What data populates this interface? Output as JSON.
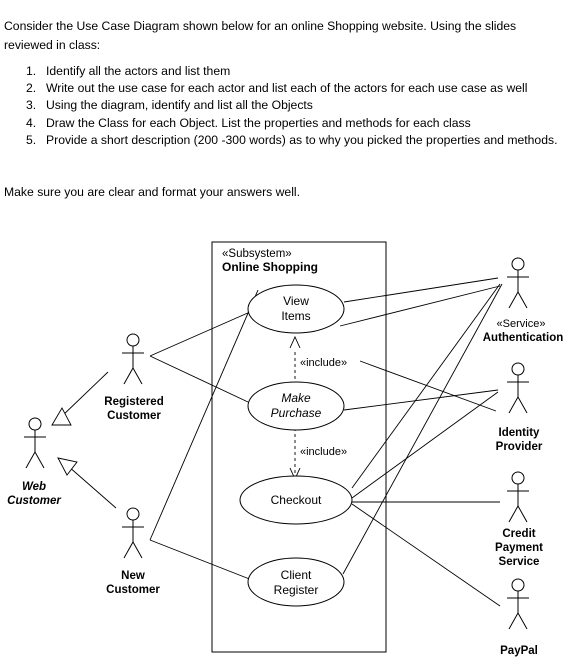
{
  "instructions": {
    "intro": "Consider the Use Case Diagram shown below for an online Shopping website. Using the slides reviewed in class:",
    "tasks": [
      {
        "num": "1.",
        "text": "Identify all the actors and list them"
      },
      {
        "num": "2.",
        "text": "Write out the use case for each actor and list each of the actors for each use case as well"
      },
      {
        "num": "3.",
        "text": "Using the diagram, identify and list all the Objects"
      },
      {
        "num": "4.",
        "text": "Draw the Class for each Object. List the properties and methods for each class"
      },
      {
        "num": "5.",
        "text": "Provide a short description (200 -300 words) as to why you picked the properties and methods."
      }
    ],
    "note": "Make sure you are clear and format your answers well."
  },
  "diagram": {
    "subsystem": {
      "stereotype": "«Subsystem»",
      "name": "Online Shopping"
    },
    "use_cases": {
      "view_items": [
        "View",
        "Items"
      ],
      "make_purchase": [
        "Make",
        "Purchase"
      ],
      "checkout": "Checkout",
      "client_register": [
        "Client",
        "Register"
      ]
    },
    "include_label": "«include»",
    "actors": {
      "web_customer": [
        "Web",
        "Customer"
      ],
      "registered_customer": [
        "Registered",
        "Customer"
      ],
      "new_customer": [
        "New",
        "Customer"
      ],
      "authentication": [
        "«Service»",
        "Authentication"
      ],
      "identity_provider": [
        "Identity",
        "Provider"
      ],
      "credit_payment": [
        "Credit",
        "Payment",
        "Service"
      ],
      "paypal": "PayPal"
    }
  }
}
